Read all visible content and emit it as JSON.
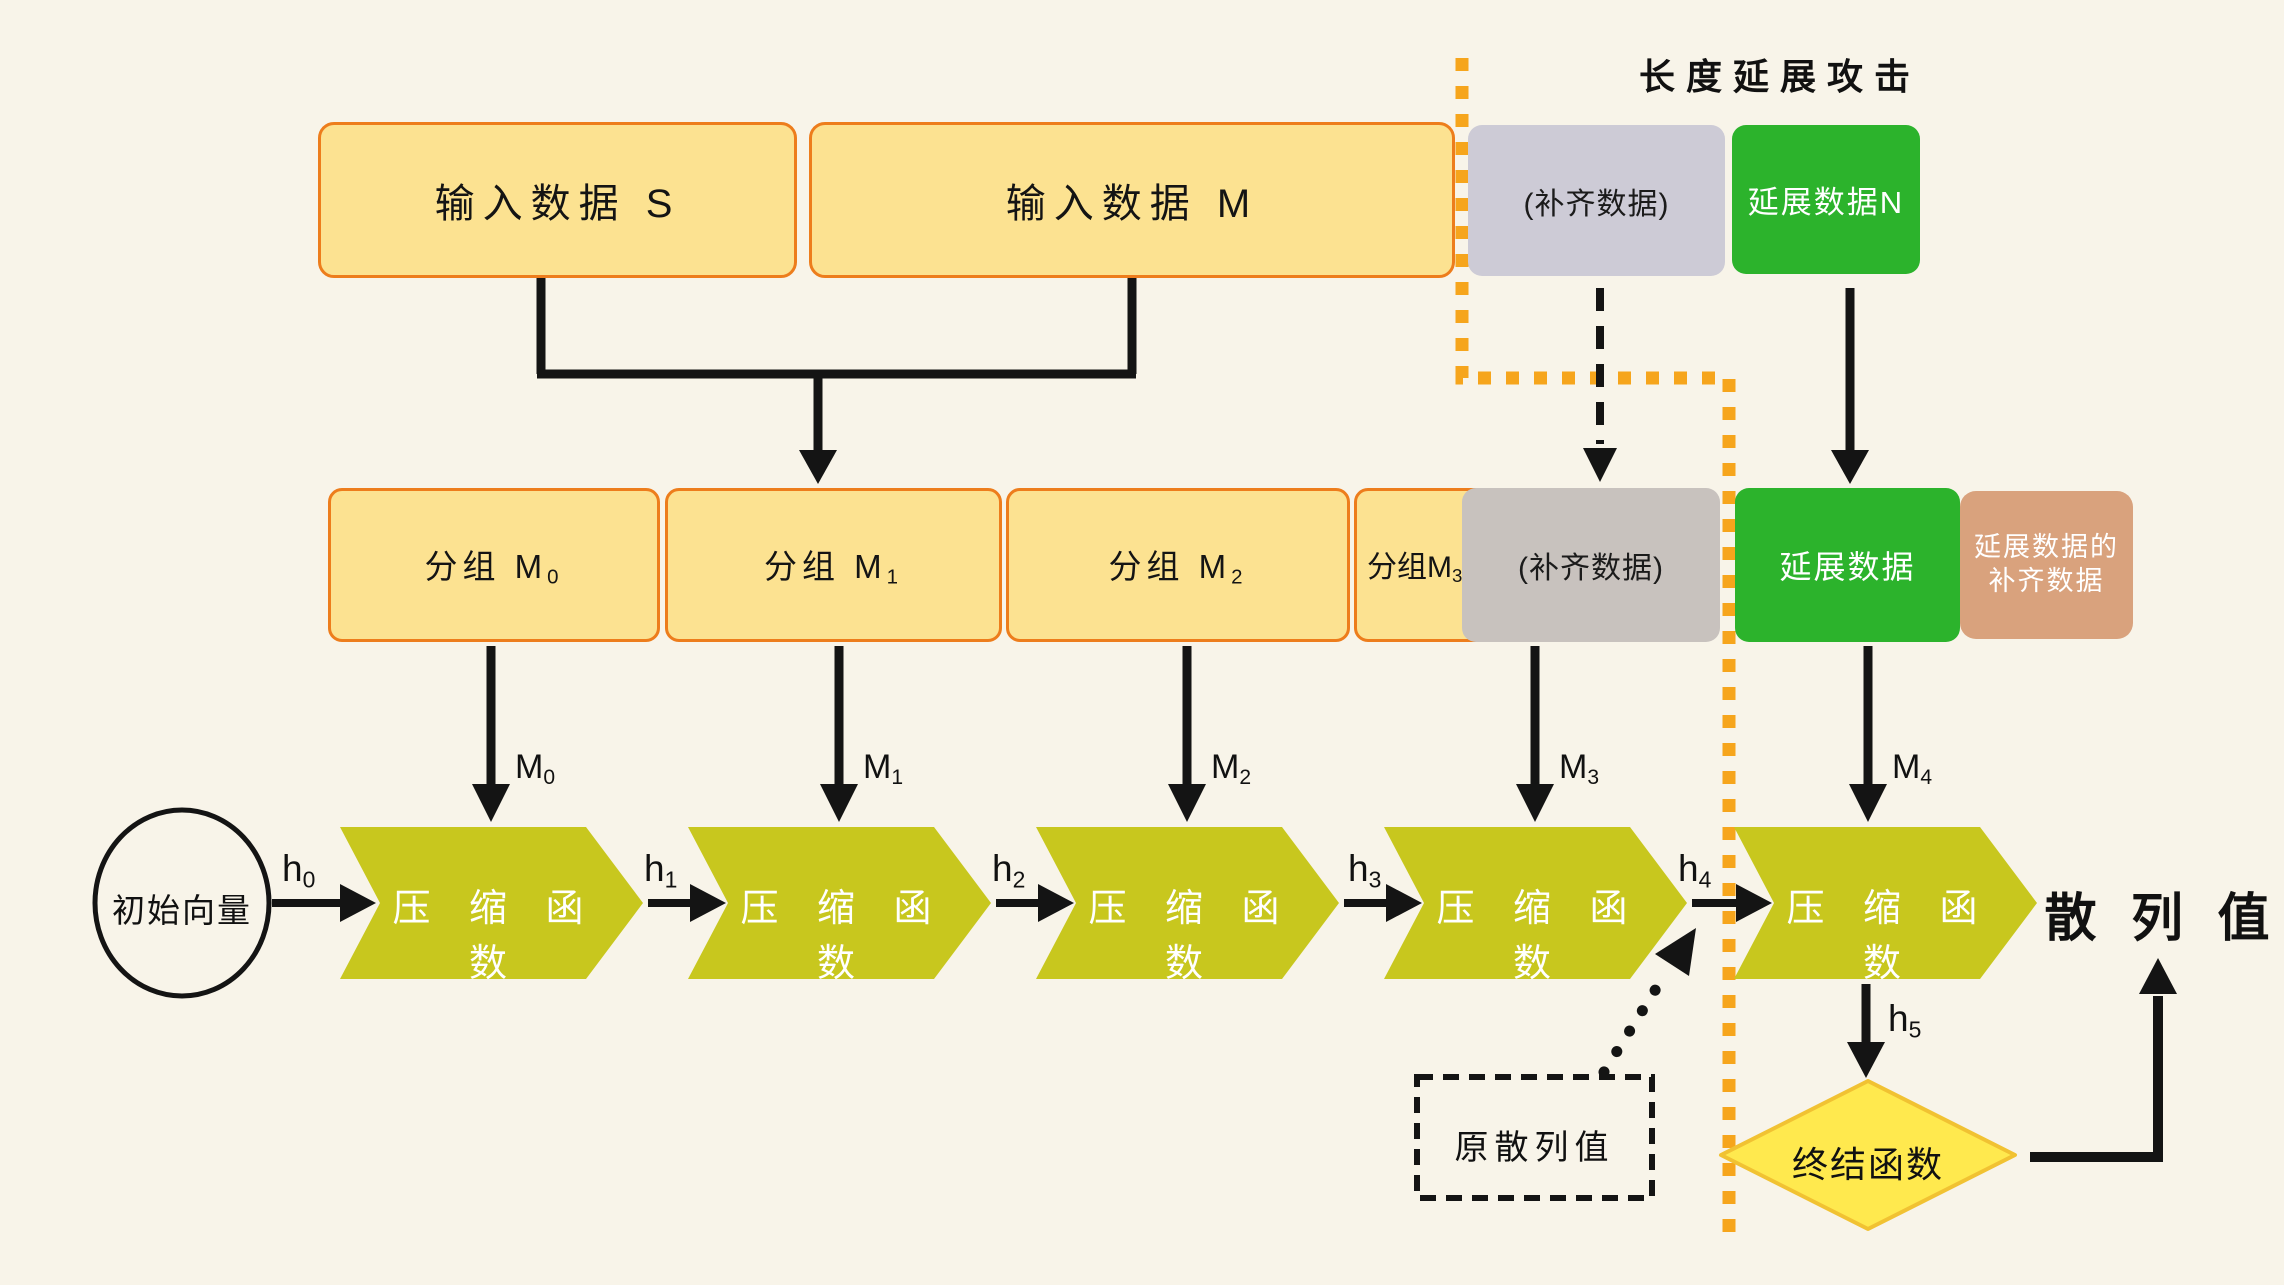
{
  "title": "长度延展攻击",
  "row1": {
    "input_s": "输入数据 S",
    "input_m": "输入数据 M",
    "padding": "(补齐数据)",
    "extension_n": "延展数据N"
  },
  "row2": {
    "group_m0": {
      "base": "分组 M",
      "sub": "0"
    },
    "group_m1": {
      "base": "分组 M",
      "sub": "1"
    },
    "group_m2": {
      "base": "分组 M",
      "sub": "2"
    },
    "group_m3": {
      "base": "分组M",
      "sub": "3"
    },
    "padding": "(补齐数据)",
    "extension": "延展数据",
    "extension_padding_line1": "延展数据的",
    "extension_padding_line2": "补齐数据"
  },
  "m_labels": [
    {
      "base": "M",
      "sub": "0"
    },
    {
      "base": "M",
      "sub": "1"
    },
    {
      "base": "M",
      "sub": "2"
    },
    {
      "base": "M",
      "sub": "3"
    },
    {
      "base": "M",
      "sub": "4"
    }
  ],
  "h_labels": [
    {
      "base": "h",
      "sub": "0"
    },
    {
      "base": "h",
      "sub": "1"
    },
    {
      "base": "h",
      "sub": "2"
    },
    {
      "base": "h",
      "sub": "3"
    },
    {
      "base": "h",
      "sub": "4"
    },
    {
      "base": "h",
      "sub": "5"
    }
  ],
  "chevrons": [
    "压 缩 函 数",
    "压 缩 函 数",
    "压 缩 函 数",
    "压 缩 函 数",
    "压 缩 函 数"
  ],
  "initial_vector": "初始向量",
  "hash_value": "散 列 值",
  "original_hash_value": "原散列值",
  "final_function": "终结函数",
  "colors": {
    "background": "#F8F4E9",
    "box_yellow": "#FCE291",
    "box_border_orange": "#ED7D1C",
    "gray_cool": "#CDCBD6",
    "gray_warm": "#C8C2BE",
    "green": "#2CB32C",
    "tan": "#D9A27D",
    "chevron_olive": "#C8C71E",
    "diamond_fill": "#FFE94E",
    "diamond_border": "#F1C232",
    "dotted_orange": "#F6A51C",
    "line_black": "#141414"
  }
}
